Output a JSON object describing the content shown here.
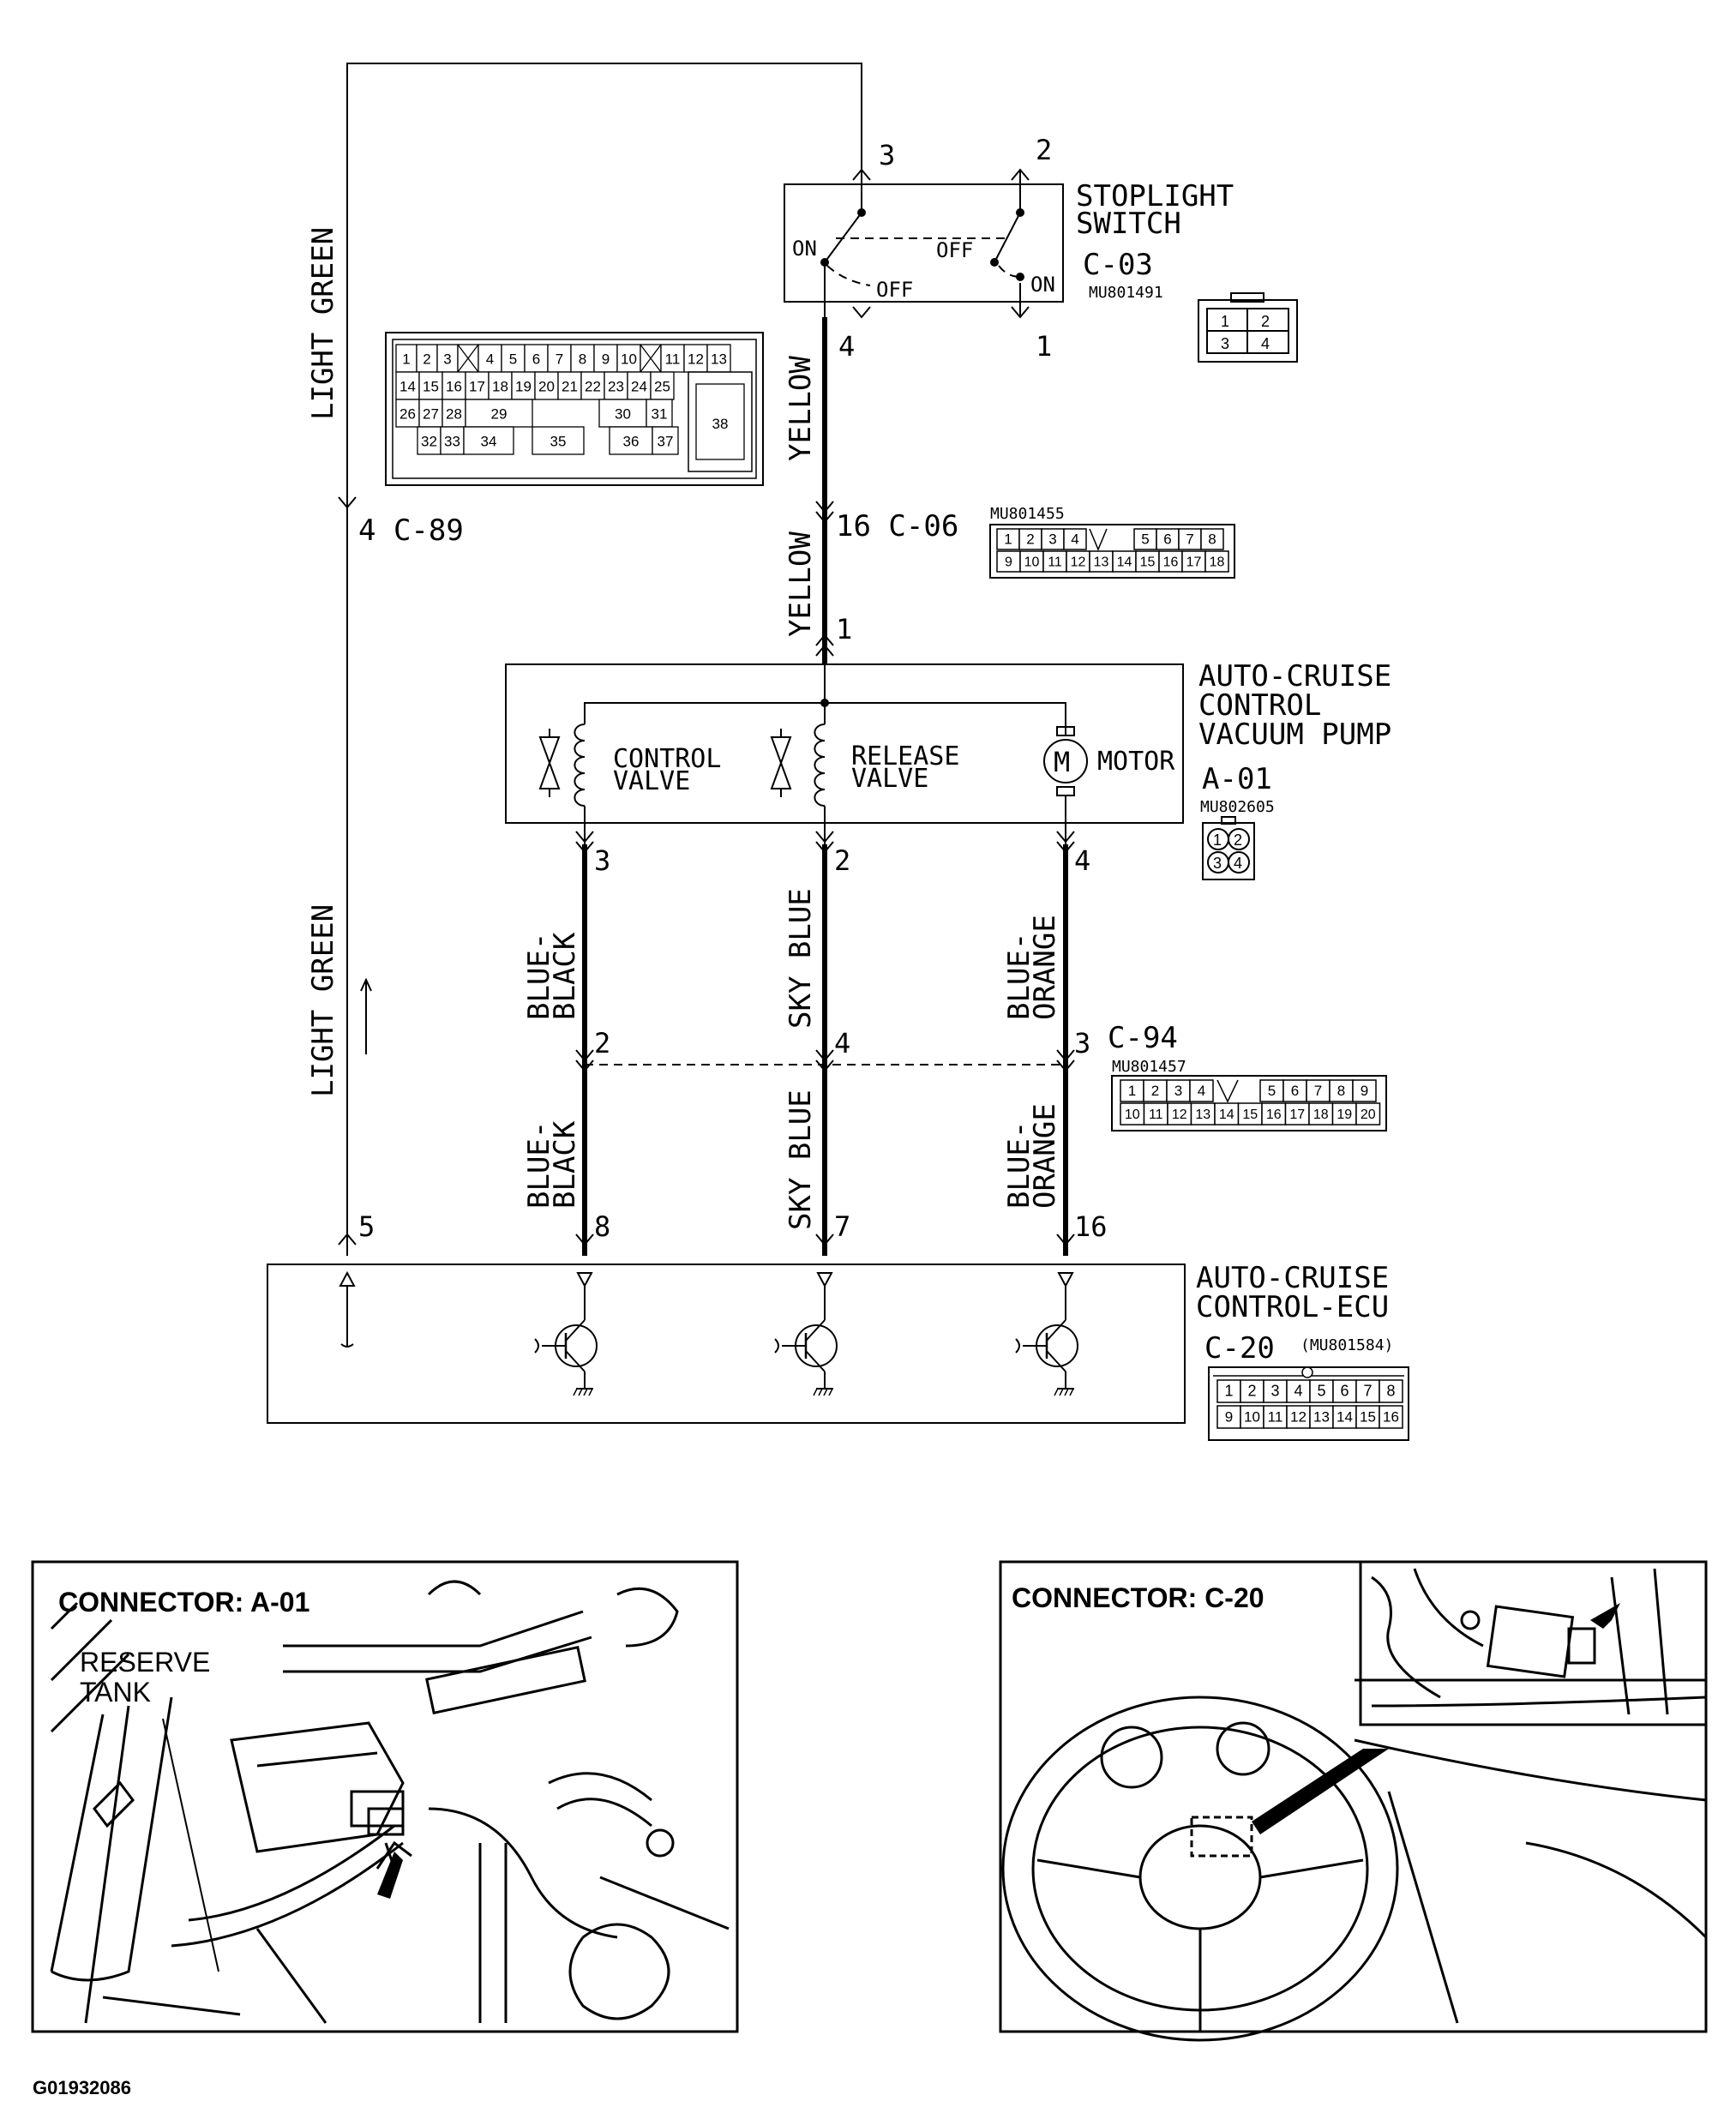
{
  "wires": {
    "left_upper": "LIGHT GREEN",
    "left_lower": "LIGHT GREEN",
    "yellow_upper": "YELLOW",
    "yellow_lower": "YELLOW",
    "cv_upper": "BLUE-\nBLACK",
    "cv_upper_l1": "BLUE-",
    "cv_upper_l2": "BLACK",
    "cv_lower_l1": "BLUE-",
    "cv_lower_l2": "BLACK",
    "rv_upper": "SKY BLUE",
    "rv_lower": "SKY BLUE",
    "m_upper_l1": "BLUE-",
    "m_upper_l2": "ORANGE",
    "m_lower_l1": "BLUE-",
    "m_lower_l2": "ORANGE"
  },
  "pins": {
    "sw_3": "3",
    "sw_2": "2",
    "sw_4": "4",
    "sw_1": "1",
    "c89": "4 C-89",
    "c06": "16 C-06",
    "pump_1": "1",
    "pump_3": "3",
    "pump_2": "2",
    "pump_4": "4",
    "c94_2": "2",
    "c94_4": "4",
    "c94_3": "3",
    "c94_label": "C-94",
    "ecu_5": "5",
    "ecu_8": "8",
    "ecu_7": "7",
    "ecu_16": "16"
  },
  "stoplight": {
    "title_l1": "STOPLIGHT",
    "title_l2": "SWITCH",
    "id": "C-03",
    "part": "MU801491",
    "on_left": "ON",
    "off_left": "OFF",
    "off_right": "OFF",
    "on_right": "ON",
    "connector_pins": [
      "1",
      "2",
      "3",
      "4"
    ]
  },
  "c89_connector": {
    "row1": [
      "1",
      "2",
      "3",
      "4",
      "5",
      "6",
      "7",
      "8",
      "9",
      "10",
      "11",
      "12",
      "13"
    ],
    "row2": [
      "14",
      "15",
      "16",
      "17",
      "18",
      "19",
      "20",
      "21",
      "22",
      "23",
      "24",
      "25"
    ],
    "row3": [
      "26",
      "27",
      "28",
      "29",
      "30",
      "31"
    ],
    "row4": [
      "32",
      "33",
      "34",
      "35",
      "36",
      "37"
    ],
    "big": "38"
  },
  "c06_connector": {
    "part": "MU801455",
    "row1": [
      "1",
      "2",
      "3",
      "4",
      "5",
      "6",
      "7",
      "8"
    ],
    "row2": [
      "9",
      "10",
      "11",
      "12",
      "13",
      "14",
      "15",
      "16",
      "17",
      "18"
    ]
  },
  "pump": {
    "title_l1": "AUTO-CRUISE",
    "title_l2": "CONTROL",
    "title_l3": "VACUUM PUMP",
    "id": "A-01",
    "part": "MU802605",
    "cv_l1": "CONTROL",
    "cv_l2": "VALVE",
    "rv_l1": "RELEASE",
    "rv_l2": "VALVE",
    "motor": "MOTOR",
    "motor_symbol": "M",
    "connector_pins": [
      "1",
      "2",
      "3",
      "4"
    ]
  },
  "c94_connector": {
    "part": "MU801457",
    "row1": [
      "1",
      "2",
      "3",
      "4",
      "5",
      "6",
      "7",
      "8",
      "9"
    ],
    "row2": [
      "10",
      "11",
      "12",
      "13",
      "14",
      "15",
      "16",
      "17",
      "18",
      "19",
      "20"
    ]
  },
  "ecu": {
    "title_l1": "AUTO-CRUISE",
    "title_l2": "CONTROL-ECU",
    "id": "C-20",
    "part": "(MU801584)",
    "row1": [
      "1",
      "2",
      "3",
      "4",
      "5",
      "6",
      "7",
      "8"
    ],
    "row2": [
      "9",
      "10",
      "11",
      "12",
      "13",
      "14",
      "15",
      "16"
    ]
  },
  "photos": {
    "left_title": "CONNECTOR: A-01",
    "left_label_l1": "RESERVE",
    "left_label_l2": "TANK",
    "right_title": "CONNECTOR: C-20"
  },
  "figure_id": "G01932086"
}
